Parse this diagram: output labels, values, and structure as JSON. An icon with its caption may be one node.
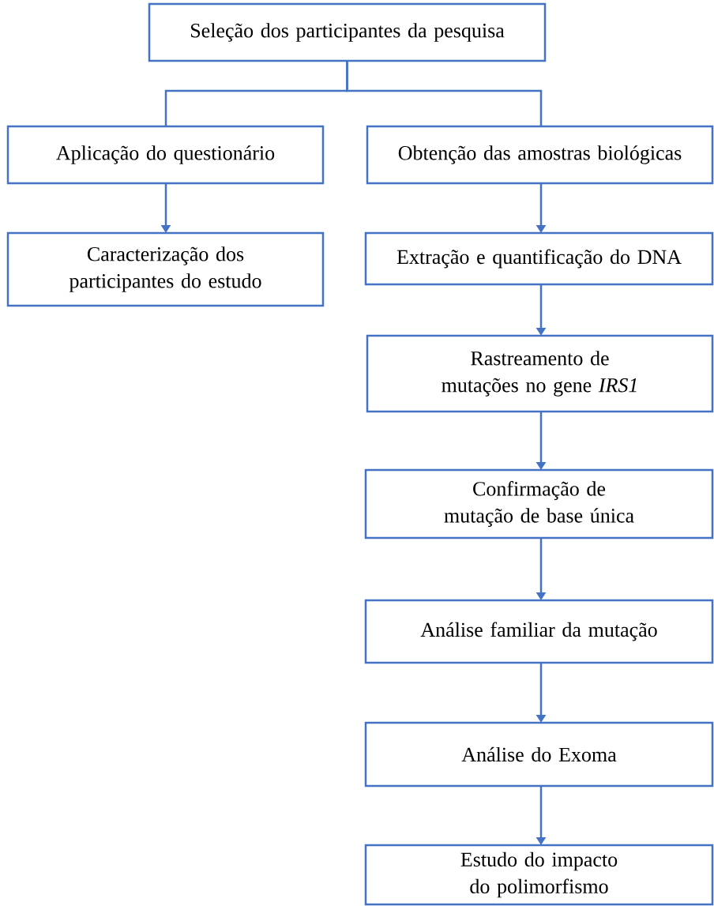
{
  "diagram": {
    "nodes": [
      {
        "text": [
          "Seleção dos participantes da pesquisa"
        ]
      },
      {
        "text": [
          "Aplicação do questionário"
        ]
      },
      {
        "text": [
          "Obtenção das amostras biológicas"
        ]
      },
      {
        "text": [
          "Caracterização dos participantes do estudo"
        ]
      },
      {
        "text": [
          "Extração e quantificação do DNA"
        ]
      },
      {
        "text": [
          "Rastreamento de mutações no gene *IRS1*"
        ]
      },
      {
        "text": [
          "Confirmação de mutação de base única"
        ]
      },
      {
        "text": [
          "Análise familiar da mutação"
        ]
      },
      {
        "text": [
          "Análise do Exoma"
        ]
      },
      {
        "text": [
          "Estudo do impacto do polimorfismo"
        ]
      }
    ],
    "edges": [
      {
        "from": 0,
        "to": 1,
        "arrow": "none"
      },
      {
        "from": 0,
        "to": 2,
        "arrow": "none"
      },
      {
        "from": 1,
        "to": 3,
        "arrow": "to"
      },
      {
        "from": 2,
        "to": 4,
        "arrow": "to"
      },
      {
        "from": 4,
        "to": 5,
        "arrow": "to"
      },
      {
        "from": 5,
        "to": 6,
        "arrow": "to"
      },
      {
        "from": 6,
        "to": 7,
        "arrow": "to"
      },
      {
        "from": 7,
        "to": 8,
        "arrow": "to"
      },
      {
        "from": 8,
        "to": 9,
        "arrow": "to"
      }
    ]
  }
}
